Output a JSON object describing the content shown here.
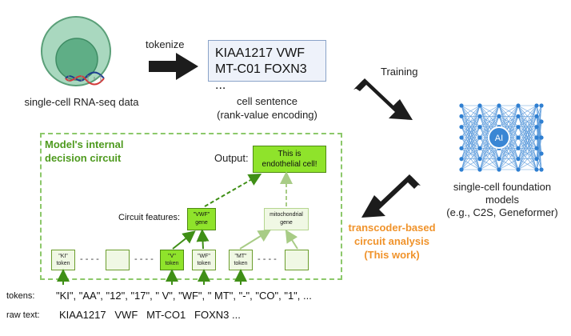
{
  "labels": {
    "cell_caption": "single-cell RNA-seq data",
    "tokenize": "tokenize",
    "sentence_line1": "KIAA1217 VWF",
    "sentence_line2": "MT-C01 FOXN3 ...",
    "sentence_caption1": "cell sentence",
    "sentence_caption2": "(rank-value encoding)",
    "training": "Training",
    "ai_label": "AI",
    "model_caption1": "single-cell foundation",
    "model_caption2": "models",
    "model_caption3": "(e.g., C2S, Geneformer)",
    "analysis1": "transcoder-based",
    "analysis2": "circuit analysis",
    "analysis3": "(This work)",
    "circuit_title1": "Model's internal",
    "circuit_title2": "decision circuit",
    "output_label": "Output:",
    "output_line1": "This is",
    "output_line2": "endothelial cell!",
    "features_label": "Circuit features:",
    "vwf_gene1": "\"VWF\"",
    "vwf_gene2": "gene",
    "mito1": "mitochondrial",
    "mito2": "gene",
    "dots": "- - - -",
    "tokens_label": "tokens:",
    "tokens_list": "\"KI\", \"AA\", \"12\", \"17\", \" V\", \"WF\", \" MT\", \"-\", \"CO\", \"1\", ...",
    "raw_label": "raw text:",
    "raw_text": "KIAA1217   VWF   MT-CO1   FOXN3 ..."
  },
  "token_boxes": [
    {
      "line1": "\"KI\"",
      "line2": "token"
    },
    {
      "line1": "",
      "line2": ""
    },
    {
      "line1": "\"V\"",
      "line2": "token"
    },
    {
      "line1": "\"WF\"",
      "line2": "token"
    },
    {
      "line1": "\"MT\"",
      "line2": "token"
    },
    {
      "line1": "",
      "line2": ""
    }
  ],
  "colors": {
    "green_dark": "#4e9a1e",
    "green_bright": "#8fe32b",
    "orange": "#f0932b",
    "network_blue": "#3a86d4",
    "cell_green": "#6fb08a"
  }
}
